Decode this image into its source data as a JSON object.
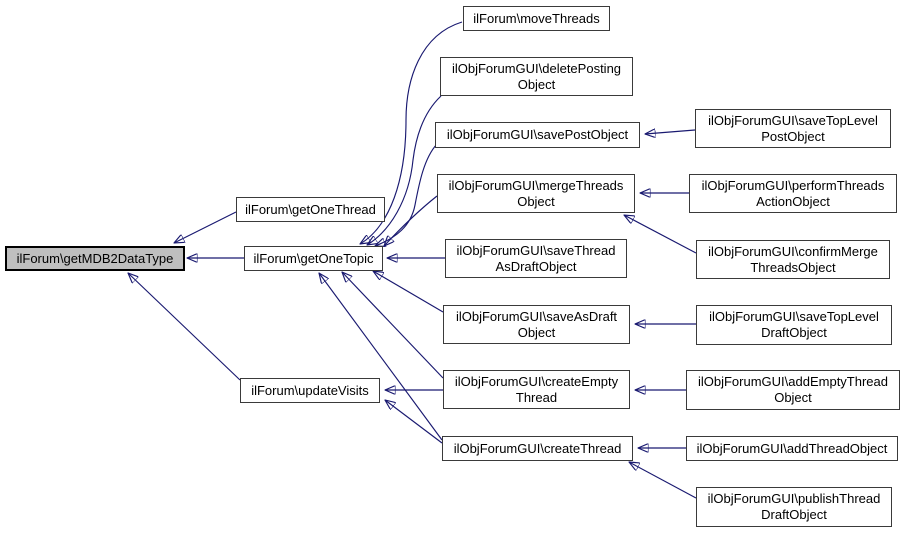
{
  "diagram": {
    "type": "caller-graph",
    "background_color": "#ffffff",
    "edge_color": "#191970",
    "node_fill": "#ffffff",
    "node_border_color": "#3a3a3a",
    "highlighted_node_fill": "#bfbfbf",
    "highlighted_node_border_color": "#000000"
  },
  "nodes": [
    {
      "id": "getMDB2DataType",
      "label": "ilForum\\getMDB2DataType",
      "highlighted": true
    },
    {
      "id": "getOneThread",
      "label": "ilForum\\getOneThread",
      "highlighted": false
    },
    {
      "id": "getOneTopic",
      "label": "ilForum\\getOneTopic",
      "highlighted": false
    },
    {
      "id": "updateVisits",
      "label": "ilForum\\updateVisits",
      "highlighted": false
    },
    {
      "id": "moveThreads",
      "label": "ilForum\\moveThreads",
      "highlighted": false
    },
    {
      "id": "deletePostingObject",
      "label": "ilObjForumGUI\\deletePosting\nObject",
      "highlighted": false
    },
    {
      "id": "savePostObject",
      "label": "ilObjForumGUI\\savePostObject",
      "highlighted": false
    },
    {
      "id": "mergeThreadsObject",
      "label": "ilObjForumGUI\\mergeThreads\nObject",
      "highlighted": false
    },
    {
      "id": "saveThreadAsDraftObject",
      "label": "ilObjForumGUI\\saveThread\nAsDraftObject",
      "highlighted": false
    },
    {
      "id": "saveAsDraftObject",
      "label": "ilObjForumGUI\\saveAsDraft\nObject",
      "highlighted": false
    },
    {
      "id": "createEmptyThread",
      "label": "ilObjForumGUI\\createEmpty\nThread",
      "highlighted": false
    },
    {
      "id": "createThread",
      "label": "ilObjForumGUI\\createThread",
      "highlighted": false
    },
    {
      "id": "saveTopLevelPostObject",
      "label": "ilObjForumGUI\\saveTopLevel\nPostObject",
      "highlighted": false
    },
    {
      "id": "performThreadsActionObject",
      "label": "ilObjForumGUI\\performThreads\nActionObject",
      "highlighted": false
    },
    {
      "id": "confirmMergeThreadsObject",
      "label": "ilObjForumGUI\\confirmMerge\nThreadsObject",
      "highlighted": false
    },
    {
      "id": "saveTopLevelDraftObject",
      "label": "ilObjForumGUI\\saveTopLevel\nDraftObject",
      "highlighted": false
    },
    {
      "id": "addEmptyThreadObject",
      "label": "ilObjForumGUI\\addEmptyThread\nObject",
      "highlighted": false
    },
    {
      "id": "addThreadObject",
      "label": "ilObjForumGUI\\addThreadObject",
      "highlighted": false
    },
    {
      "id": "publishThreadDraftObject",
      "label": "ilObjForumGUI\\publishThread\nDraftObject",
      "highlighted": false
    }
  ],
  "edges": [
    {
      "from": "getOneThread",
      "to": "getMDB2DataType"
    },
    {
      "from": "getOneTopic",
      "to": "getMDB2DataType"
    },
    {
      "from": "updateVisits",
      "to": "getMDB2DataType"
    },
    {
      "from": "moveThreads",
      "to": "getOneTopic"
    },
    {
      "from": "deletePostingObject",
      "to": "getOneTopic"
    },
    {
      "from": "savePostObject",
      "to": "getOneTopic"
    },
    {
      "from": "mergeThreadsObject",
      "to": "getOneTopic"
    },
    {
      "from": "saveThreadAsDraftObject",
      "to": "getOneTopic"
    },
    {
      "from": "saveAsDraftObject",
      "to": "getOneTopic"
    },
    {
      "from": "createEmptyThread",
      "to": "getOneTopic"
    },
    {
      "from": "createThread",
      "to": "getOneTopic"
    },
    {
      "from": "createEmptyThread",
      "to": "updateVisits"
    },
    {
      "from": "createThread",
      "to": "updateVisits"
    },
    {
      "from": "saveTopLevelPostObject",
      "to": "savePostObject"
    },
    {
      "from": "performThreadsActionObject",
      "to": "mergeThreadsObject"
    },
    {
      "from": "confirmMergeThreadsObject",
      "to": "mergeThreadsObject"
    },
    {
      "from": "saveTopLevelDraftObject",
      "to": "saveAsDraftObject"
    },
    {
      "from": "addEmptyThreadObject",
      "to": "createEmptyThread"
    },
    {
      "from": "addThreadObject",
      "to": "createThread"
    },
    {
      "from": "publishThreadDraftObject",
      "to": "createThread"
    }
  ]
}
